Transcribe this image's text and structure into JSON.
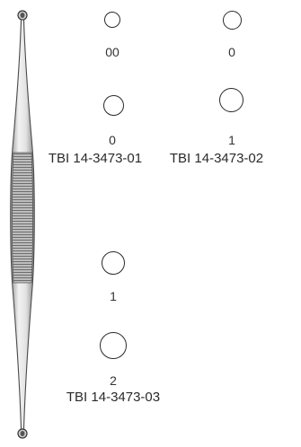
{
  "instrument": {
    "icon": "double-ended-curette-icon"
  },
  "sizes": [
    {
      "label": "00",
      "code": ""
    },
    {
      "label": "0",
      "code": ""
    },
    {
      "label": "0",
      "code": "TBI 14-3473-01"
    },
    {
      "label": "1",
      "code": "TBI 14-3473-02"
    },
    {
      "label": "1",
      "code": ""
    },
    {
      "label": "2",
      "code": "TBI 14-3473-03"
    }
  ],
  "colors": {
    "line": "#2a2a2a",
    "text": "#333333"
  }
}
